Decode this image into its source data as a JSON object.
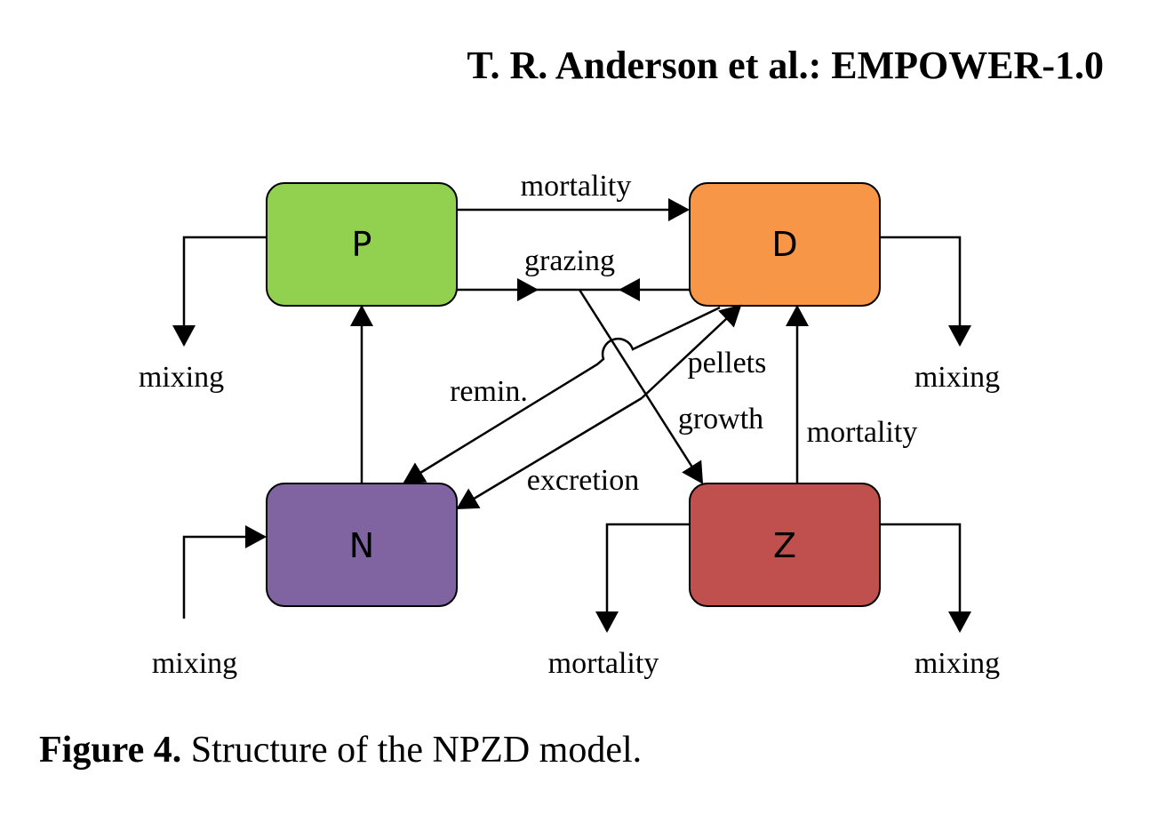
{
  "header": {
    "running_title": "T. R. Anderson et al.: EMPOWER-1.0"
  },
  "diagram": {
    "boxes": {
      "P": {
        "label": "P",
        "color": "#92D050"
      },
      "D": {
        "label": "D",
        "color": "#F79646"
      },
      "N": {
        "label": "N",
        "color": "#8064A2"
      },
      "Z": {
        "label": "Z",
        "color": "#C0504D"
      }
    },
    "labels": {
      "p_to_d_mortality": "mortality",
      "grazing": "grazing",
      "pellets": "pellets",
      "remin": "remin.",
      "growth": "growth",
      "z_to_d_mortality": "mortality",
      "excretion": "excretion",
      "p_mixing": "mixing",
      "d_mixing": "mixing",
      "n_mixing": "mixing",
      "z_mortality_loss": "mortality",
      "z_mixing": "mixing"
    }
  },
  "caption": {
    "figure_label": "Figure 4.",
    "text": " Structure of the NPZD model."
  }
}
